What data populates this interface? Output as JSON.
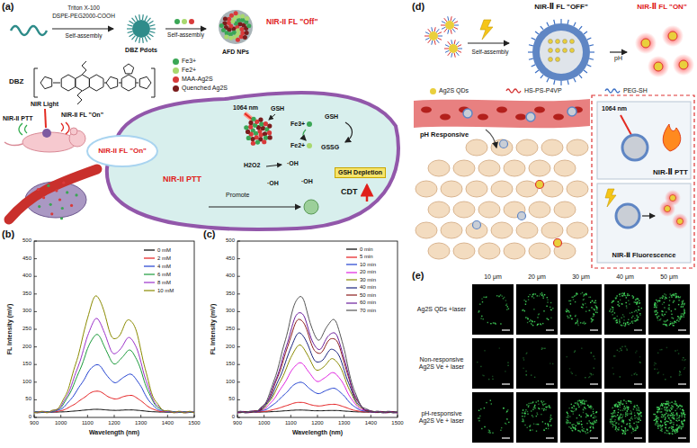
{
  "diagram": {
    "nodes": [
      {
        "text": [
          "DBZ Pdots"
        ]
      },
      {
        "text": [
          "AFD NPs"
        ]
      },
      {
        "text": [
          "GSH Depletion"
        ]
      },
      {
        "text": [
          "NIR-II FL \"On\""
        ]
      },
      {
        "text": [
          "NIR-Ⅱ FL \"OFF\""
        ]
      },
      {
        "text": [
          "NIR-Ⅱ FL \"ON\""
        ]
      },
      {
        "text": [
          "NIR-Ⅱ PTT"
        ]
      },
      {
        "text": [
          "NIR-Ⅱ Fluorescence"
        ]
      }
    ],
    "edges": [
      {
        "from": 0,
        "to": 1,
        "arrow": "to",
        "label": "Self-assembly"
      },
      {
        "from": 4,
        "to": 5,
        "arrow": "to",
        "label": "pH"
      }
    ],
    "labels": [
      "(a)",
      "Triton X-100",
      "DSPE-PEG2000-COOH",
      "Self-assembly",
      "DBZ",
      "NIR-II FL \"Off\"",
      "NIR Light",
      "NIR-II PTT",
      "NIR-II FL \"On\"",
      "1064 nm",
      "GSH",
      "Fe3+",
      "Fe2+",
      "GSH",
      "GSSG",
      "H2O2",
      "·OH",
      "·OH",
      "·OH",
      "Promote",
      "CDT",
      "NIR-II PTT",
      "(b)",
      "FL Intensity (mV)",
      "Wavelength (nm)",
      "0",
      "50",
      "100",
      "150",
      "200",
      "250",
      "300",
      "350",
      "400",
      "450",
      "500",
      "900",
      "1000",
      "1100",
      "1200",
      "1300",
      "1400",
      "1500",
      "(c)",
      "FL Intensity (mV)",
      "Wavelength (nm)",
      "0",
      "50",
      "100",
      "150",
      "200",
      "250",
      "300",
      "350",
      "400",
      "450",
      "500",
      "900",
      "1000",
      "1100",
      "1200",
      "1300",
      "1400",
      "1500",
      "(d)",
      "Self-assembly",
      "pH Responsive",
      "1064 nm",
      "(e)",
      "10 μm",
      "20 μm",
      "30 μm",
      "40 μm",
      "50 μm",
      "Ag2S QDs +laser",
      "Non-responsive Ag2S Ve + laser",
      "pH-responsive Ag2S Ve + laser"
    ],
    "legend": [
      {
        "text": "Fe3+",
        "color": "#3aa655"
      },
      {
        "text": "Fe2+",
        "color": "#a8d86e"
      },
      {
        "text": "MAA-Ag2S",
        "color": "#d83a3a"
      },
      {
        "text": "Quenched Ag2S",
        "color": "#7a1c1c"
      },
      {
        "text": "0 mM"
      },
      {
        "text": "2 mM"
      },
      {
        "text": "4 mM"
      },
      {
        "text": "6 mM"
      },
      {
        "text": "8 mM"
      },
      {
        "text": "10 mM"
      },
      {
        "text": "0 min"
      },
      {
        "text": "5 min"
      },
      {
        "text": "10 min"
      },
      {
        "text": "20 min"
      },
      {
        "text": "30 min"
      },
      {
        "text": "40 min"
      },
      {
        "text": "50 min"
      },
      {
        "text": "60 min"
      },
      {
        "text": "70 min"
      },
      {
        "text": "Ag2S QDs",
        "color": "#e9cf3c"
      },
      {
        "text": "HS-PS-P4VP"
      },
      {
        "text": "PEG-SH"
      }
    ]
  }
}
